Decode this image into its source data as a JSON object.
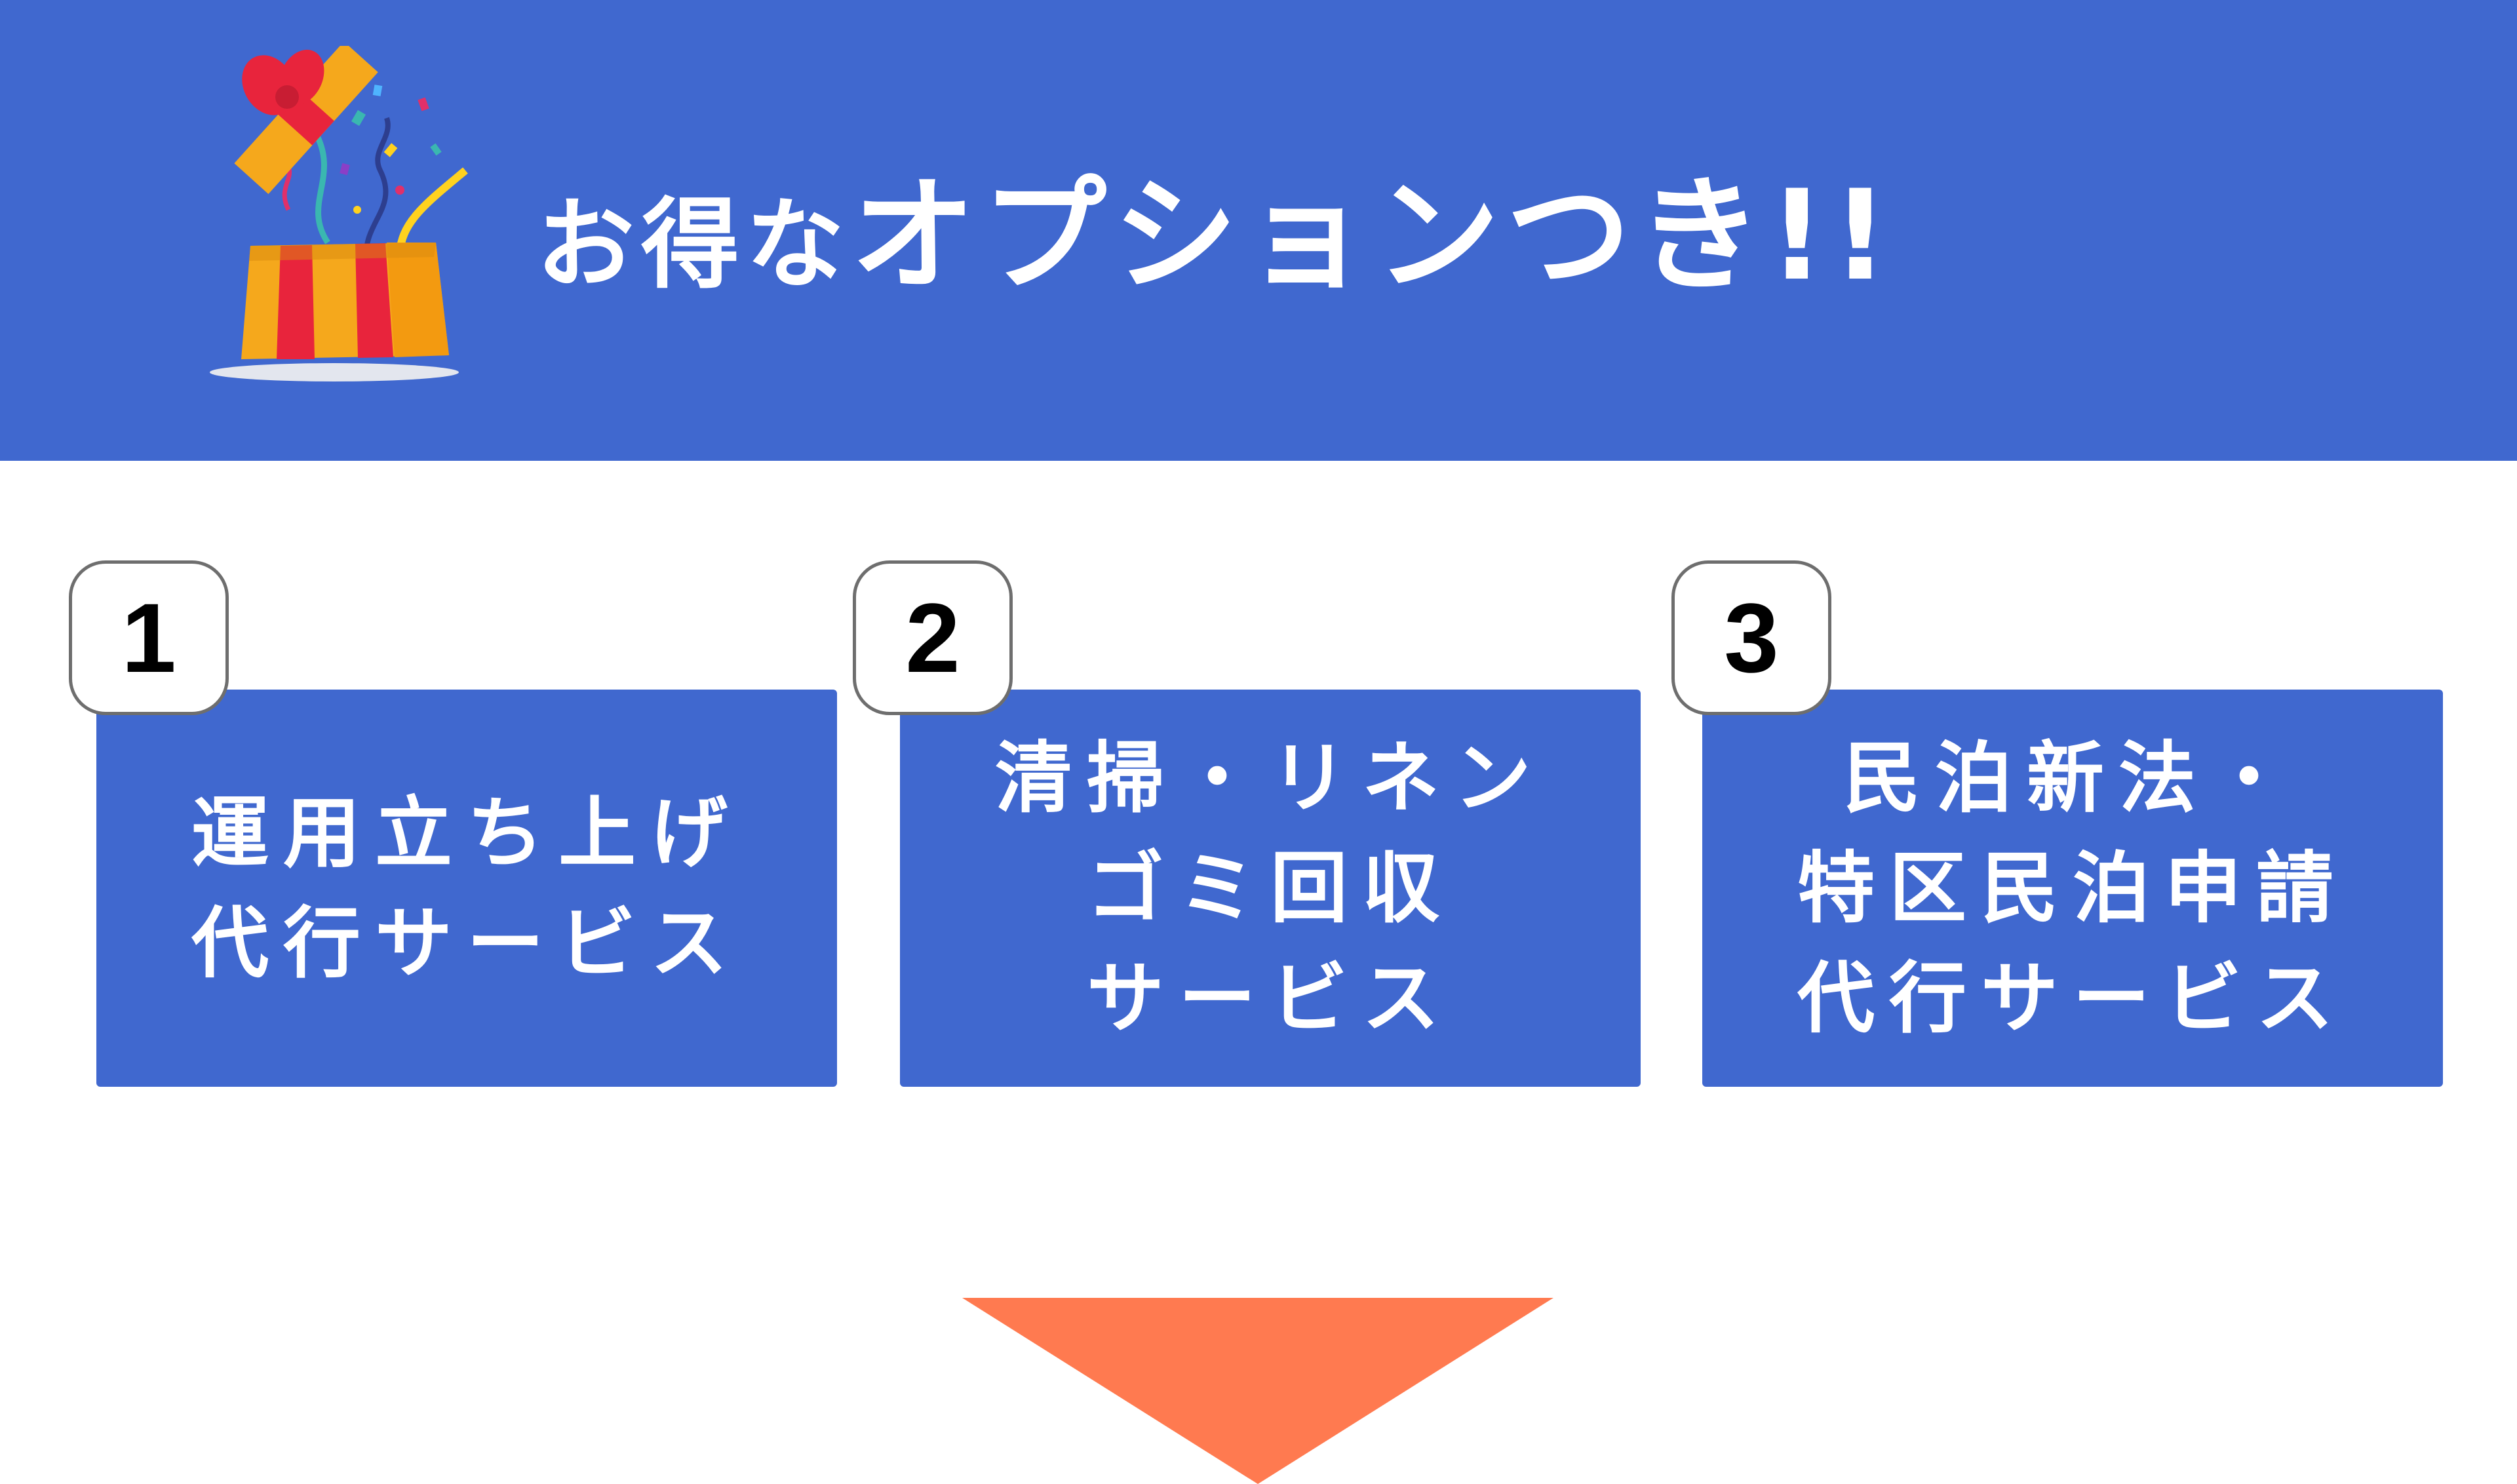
{
  "banner": {
    "title_small": "お得な",
    "title_big": "オプションつき!!",
    "background_color": "#4068cf",
    "icon": "gift-box-icon"
  },
  "options": [
    {
      "number": "1",
      "lines": [
        "運用立ち上げ",
        "代行サービス"
      ]
    },
    {
      "number": "2",
      "lines": [
        "清掃・リネン",
        "ゴミ回収",
        "サービス"
      ]
    },
    {
      "number": "3",
      "lines": [
        "民泊新法・",
        "特区民泊申請",
        "代行サービス"
      ]
    }
  ],
  "arrow": {
    "icon": "down-arrow-icon",
    "color": "#ff7a50"
  }
}
